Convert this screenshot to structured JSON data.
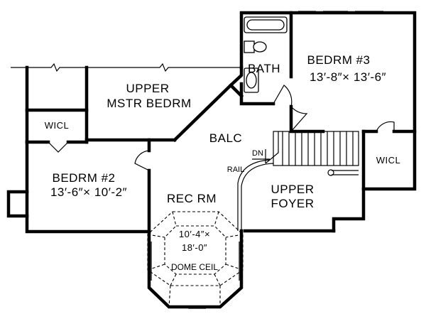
{
  "rooms": {
    "upper_master": {
      "line1": "UPPER",
      "line2": "MSTR BEDRM"
    },
    "bedrm3": {
      "name": "BEDRM #3",
      "dims": "13′-8″× 13′-6″"
    },
    "bath": {
      "name": "BATH"
    },
    "wicl_left": {
      "name": "WICL"
    },
    "wicl_right": {
      "name": "WICL"
    },
    "balc": {
      "name": "BALC"
    },
    "bedrm2": {
      "name": "BEDRM #2",
      "dims": "13′-6″× 10′-2″"
    },
    "rec_rm": {
      "name": "REC RM",
      "dims_line1": "10′-4″×",
      "dims_line2": "18′-0″",
      "ceiling": "DOME CEIL"
    },
    "upper_foyer": {
      "line1": "UPPER",
      "line2": "FOYER"
    }
  },
  "annotations": {
    "stair_down": "DN",
    "rail": "RAIL"
  }
}
